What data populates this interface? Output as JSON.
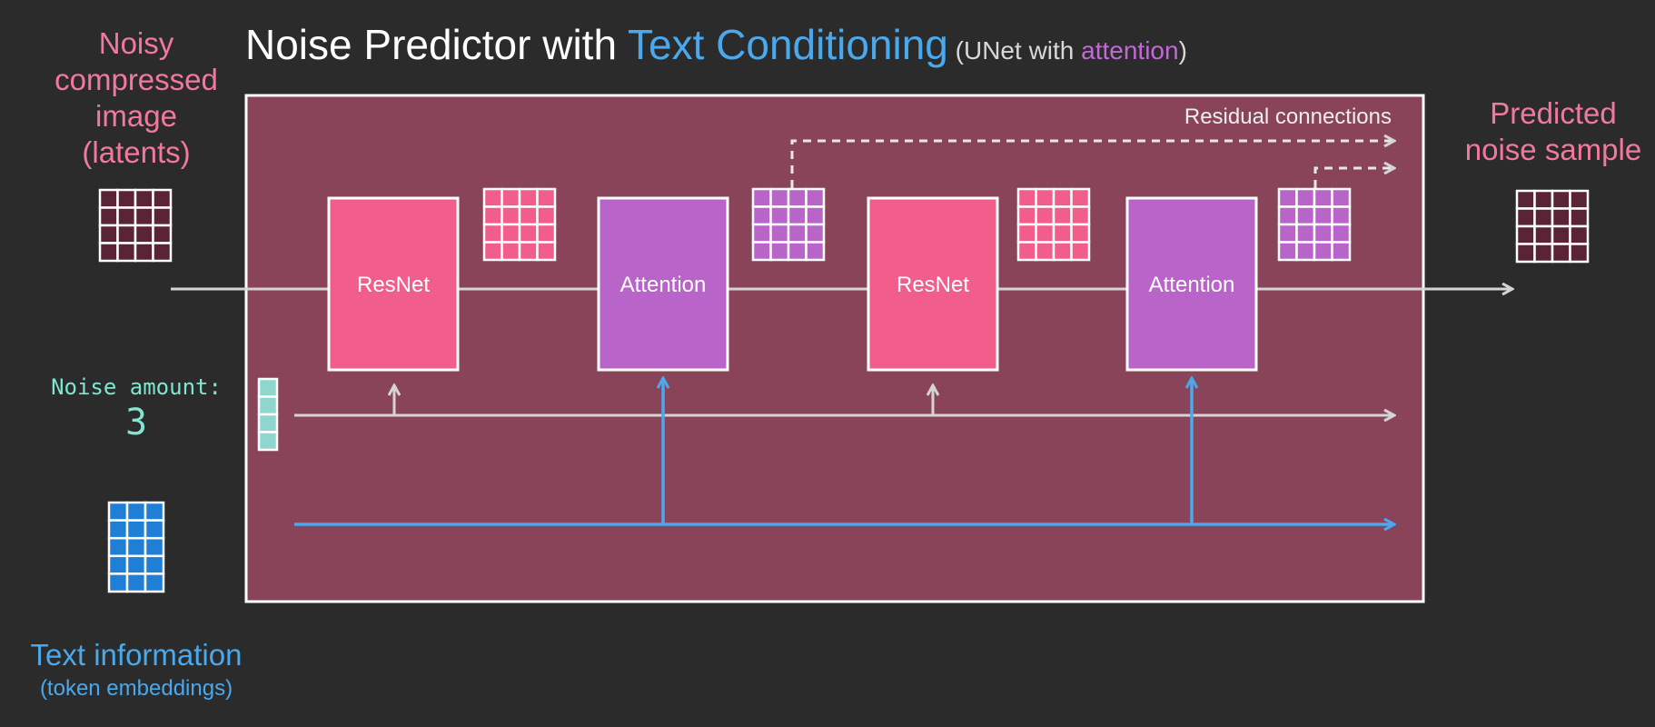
{
  "title": {
    "main": "Noise Predictor with ",
    "highlight": "Text Conditioning",
    "sub_open": " (UNet with ",
    "sub_highlight": "attention",
    "sub_close": ")"
  },
  "inputs": {
    "latents_label": [
      "Noisy",
      "compressed",
      "image",
      "(latents)"
    ],
    "noise_amount_label": "Noise amount:",
    "noise_amount_value": "3",
    "text_info_label": "Text information",
    "text_info_sub": "(token embeddings)"
  },
  "output": {
    "label": [
      "Predicted",
      "noise sample"
    ]
  },
  "unet": {
    "residual_label": "Residual connections",
    "blocks": [
      {
        "label": "ResNet",
        "type": "resnet"
      },
      {
        "label": "Attention",
        "type": "attention"
      },
      {
        "label": "ResNet",
        "type": "resnet"
      },
      {
        "label": "Attention",
        "type": "attention"
      }
    ]
  },
  "colors": {
    "background": "#2b2b2b",
    "unet_panel": "#8a4459",
    "resnet": "#f25e8c",
    "attention": "#b864c8",
    "latent_grid": "#5a2436",
    "time_embed": "#8fd6cf",
    "text_embed": "#1f7fd6",
    "text_arrow": "#4aa8ec",
    "gray_line": "#d4d4d4"
  }
}
